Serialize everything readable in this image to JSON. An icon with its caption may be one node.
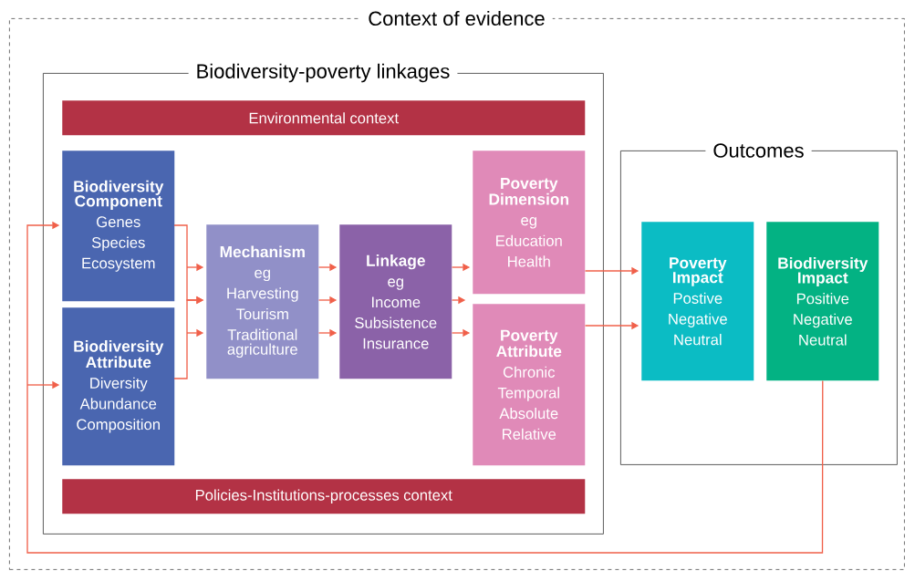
{
  "diagram": {
    "nodes": [
      {
        "text": [
          "Context of evidence"
        ]
      },
      {
        "text": [
          "Biodiversity-poverty linkages"
        ],
        "in": 0
      },
      {
        "text": [
          "Environmental context"
        ],
        "in": 1
      },
      {
        "text": [
          "Biodiversity Component",
          "Genes",
          "Species",
          "Ecosystem"
        ],
        "in": 1
      },
      {
        "text": [
          "Biodiversity Attribute",
          "Diversity",
          "Abundance",
          "Composition"
        ],
        "in": 1
      },
      {
        "text": [
          "Mechanism",
          "eg",
          "Harvesting",
          "Tourism",
          "Traditional agriculture"
        ],
        "in": 1
      },
      {
        "text": [
          "Linkage",
          "eg",
          "Income",
          "Subsistence",
          "Insurance"
        ],
        "in": 1
      },
      {
        "text": [
          "Poverty Dimension",
          "eg",
          "Education",
          "Health"
        ],
        "in": 1
      },
      {
        "text": [
          "Poverty Attribute",
          "Chronic",
          "Temporal",
          "Absolute",
          "Relative"
        ],
        "in": 1
      },
      {
        "text": [
          "Policies-Institutions-processes context"
        ],
        "in": 1
      },
      {
        "text": [
          "Outcomes"
        ],
        "in": 0
      },
      {
        "text": [
          "Poverty Impact",
          "Postive",
          "Negative",
          "Neutral"
        ],
        "in": 10
      },
      {
        "text": [
          "Biodiversity Impact",
          "Positive",
          "Negative",
          "Neutral"
        ],
        "in": 10
      }
    ],
    "edges": [
      {
        "from": 3,
        "to": 5,
        "arrow": "to"
      },
      {
        "from": 4,
        "to": 5,
        "arrow": "to"
      },
      {
        "from": 5,
        "to": 6,
        "arrow": "to"
      },
      {
        "from": 6,
        "to": 7,
        "arrow": "to"
      },
      {
        "from": 6,
        "to": 8,
        "arrow": "to"
      },
      {
        "from": 7,
        "to": 11,
        "arrow": "to"
      },
      {
        "from": 8,
        "to": 11,
        "arrow": "to"
      },
      {
        "from": 12,
        "to": 3,
        "arrow": "to"
      },
      {
        "from": 12,
        "to": 4,
        "arrow": "to"
      }
    ]
  }
}
